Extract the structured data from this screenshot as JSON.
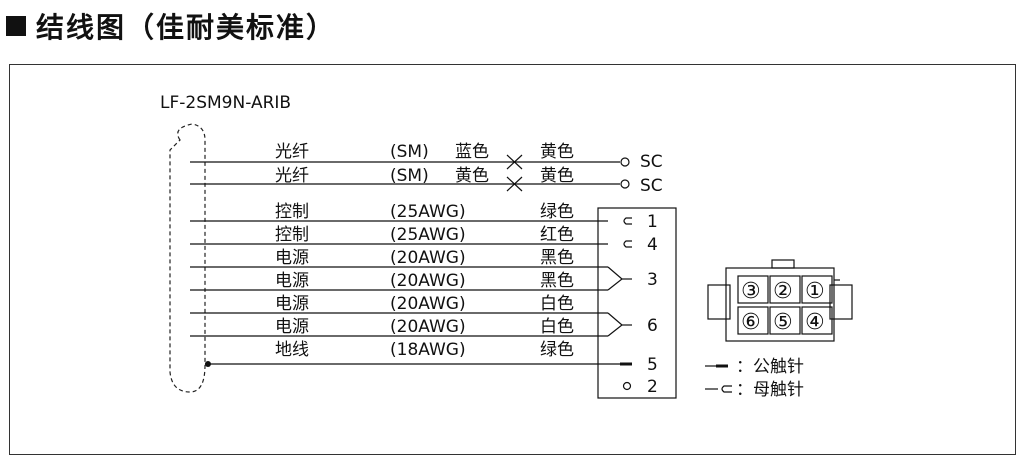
{
  "heading": {
    "text": "结线图（佳耐美标准）"
  },
  "diagram": {
    "model": "LF-2SM9N-ARIB",
    "fibers": [
      {
        "name": "光纤",
        "type": "(SM)",
        "color_a": "蓝色",
        "color_b": "黄色",
        "terminal": "SC"
      },
      {
        "name": "光纤",
        "type": "(SM)",
        "color_a": "黄色",
        "color_b": "黄色",
        "terminal": "SC"
      }
    ],
    "wires": [
      {
        "name": "控制",
        "gauge": "(25AWG)",
        "color": "绿色"
      },
      {
        "name": "控制",
        "gauge": "(25AWG)",
        "color": "红色"
      },
      {
        "name": "电源",
        "gauge": "(20AWG)",
        "color": "黑色"
      },
      {
        "name": "电源",
        "gauge": "(20AWG)",
        "color": "黑色"
      },
      {
        "name": "电源",
        "gauge": "(20AWG)",
        "color": "白色"
      },
      {
        "name": "电源",
        "gauge": "(20AWG)",
        "color": "白色"
      },
      {
        "name": "地线",
        "gauge": "(18AWG)",
        "color": "绿色"
      }
    ],
    "pins": [
      "1",
      "4",
      "3",
      "6",
      "5",
      "2"
    ],
    "connector_top": [
      "③",
      "②",
      "①"
    ],
    "connector_bottom": [
      "⑥",
      "⑤",
      "④"
    ],
    "legend": [
      {
        "icon": "male-contact-icon",
        "text": "：公触针"
      },
      {
        "icon": "female-contact-icon",
        "text": "：母触针"
      }
    ]
  }
}
